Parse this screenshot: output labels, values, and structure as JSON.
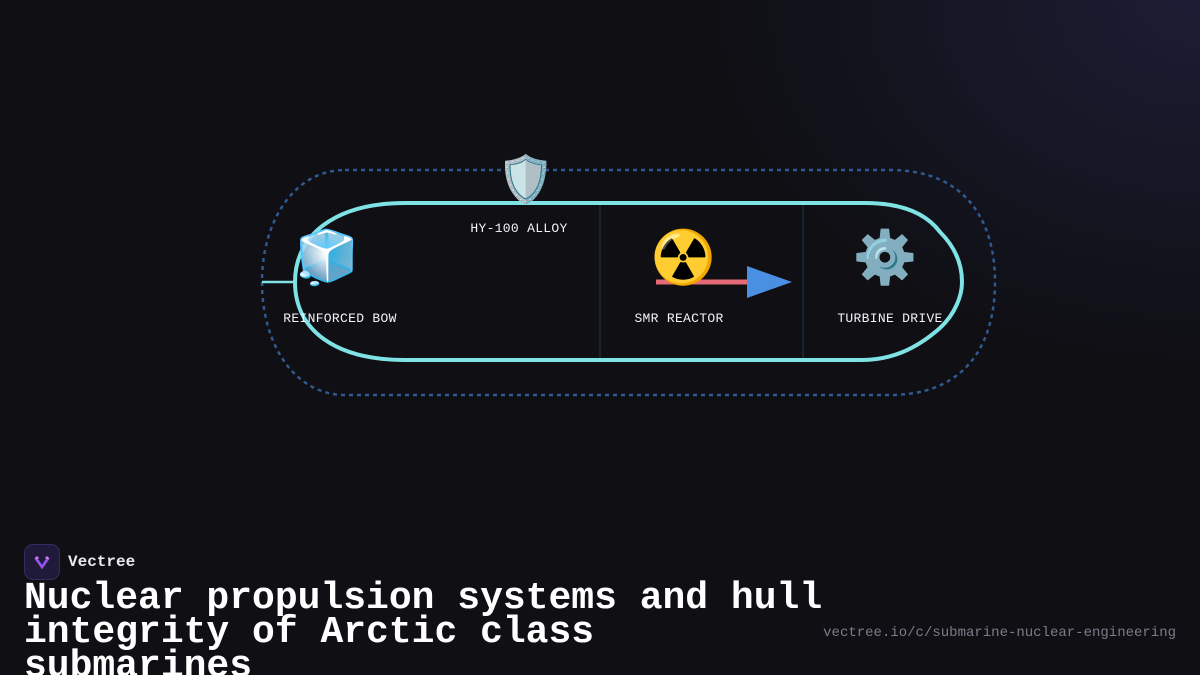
{
  "diagram": {
    "nodes": [
      {
        "id": "bow",
        "label": "REINFORCED BOW",
        "icon": "ice-cube-icon",
        "glyph": "🧊"
      },
      {
        "id": "alloy",
        "label": "HY-100 ALLOY",
        "icon": "shield-icon",
        "glyph": "🛡️"
      },
      {
        "id": "reactor",
        "label": "SMR REACTOR",
        "icon": "radioactive-icon",
        "glyph": "☢️"
      },
      {
        "id": "turbine",
        "label": "TURBINE DRIVE",
        "icon": "gear-icon",
        "glyph": "⚙️"
      }
    ],
    "colors": {
      "hull": "#7fe3e6",
      "outer_dashed": "#2f5a8f",
      "divider": "#1e2a3a",
      "arrow_line": "#e46a78",
      "arrow_head": "#4a90e2",
      "background": "#0f0f14"
    }
  },
  "brand": {
    "name": "Vectree",
    "logo_icon": "vectree-logo-icon"
  },
  "headline": "Nuclear propulsion systems and hull integrity of Arctic class submarines",
  "url": "vectree.io/c/submarine-nuclear-engineering"
}
